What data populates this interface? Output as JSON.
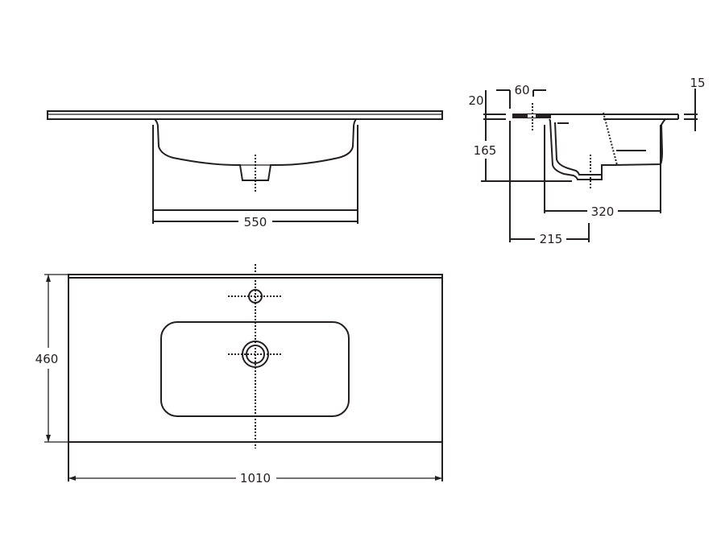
{
  "drawing": {
    "front_view": {
      "width_dim": "550"
    },
    "side_view": {
      "slab_thickness_dim": "20",
      "tap_offset_dim": "60",
      "edge_dim": "15",
      "height_dim": "165",
      "bowl_depth_dim": "320",
      "drain_offset_dim": "215"
    },
    "plan_view": {
      "depth_dim": "460",
      "length_dim": "1010"
    },
    "line_color": "#231f20"
  }
}
